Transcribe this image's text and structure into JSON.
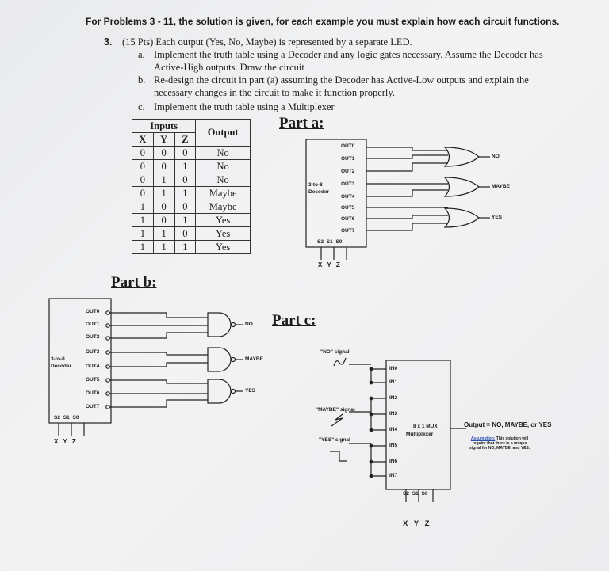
{
  "header": "For Problems 3 - 11, the solution is given, for each example you must explain how each circuit functions.",
  "problem": {
    "number": "3.",
    "intro": "(15 Pts) Each output (Yes, No, Maybe) is represented by a separate LED.",
    "a_marker": "a.",
    "a_line1": "Implement the truth table using a Decoder and any logic gates necessary.  Assume the Decoder has",
    "a_line2": "Active-High outputs.  Draw the circuit",
    "b_marker": "b.",
    "b_line1": "Re-design the circuit in part (a) assuming the Decoder has Active-Low outputs and explain the",
    "b_line2": "necessary changes in the circuit to make it function properly.",
    "c_marker": "c.",
    "c_line1": "Implement the truth table using a Multiplexer"
  },
  "truth_table": {
    "inputs_header": "Inputs",
    "output_header": "Output",
    "cols": [
      "X",
      "Y",
      "Z"
    ],
    "rows": [
      [
        "0",
        "0",
        "0",
        "No"
      ],
      [
        "0",
        "0",
        "1",
        "No"
      ],
      [
        "0",
        "1",
        "0",
        "No"
      ],
      [
        "0",
        "1",
        "1",
        "Maybe"
      ],
      [
        "1",
        "0",
        "0",
        "Maybe"
      ],
      [
        "1",
        "0",
        "1",
        "Yes"
      ],
      [
        "1",
        "1",
        "0",
        "Yes"
      ],
      [
        "1",
        "1",
        "1",
        "Yes"
      ]
    ]
  },
  "part_a": {
    "title": "Part a:",
    "decoder_line1": "3-to-8",
    "decoder_line2": "Decoder",
    "outputs": [
      "OUT0",
      "OUT1",
      "OUT2",
      "OUT3",
      "OUT4",
      "OUT5",
      "OUT6",
      "OUT7"
    ],
    "selects": "S2  S1  S0",
    "inputs": "X  Y  Z",
    "gate_outputs": [
      "NO",
      "MAYBE",
      "YES"
    ]
  },
  "part_b": {
    "title": "Part b:",
    "decoder_line1": "3-to-8",
    "decoder_line2": "Decoder",
    "outputs": [
      "OUT0",
      "OUT1",
      "OUT2",
      "OUT3",
      "OUT4",
      "OUT5",
      "OUT6",
      "OUT7"
    ],
    "selects": "S2  S1  S0",
    "inputs": "X  Y  Z",
    "gate_outputs": [
      "NO",
      "MAYBE",
      "YES"
    ]
  },
  "part_c": {
    "title": "Part c:",
    "signal_no": "\"NO\" signal",
    "signal_maybe": "\"MAYBE\" signal",
    "signal_yes": "\"YES\" signal",
    "mux_inputs": [
      "IN0",
      "IN1",
      "IN2",
      "IN3",
      "IN4",
      "IN5",
      "IN6",
      "IN7"
    ],
    "mux_line1": "8 x 1 MUX",
    "mux_line2": "Multiplexer",
    "output": "Output = NO, MAYBE, or YES",
    "selects": "S2  S1  S0",
    "inputs": "X  Y  Z",
    "assumption_label": "Assumption:",
    "assumption_rest": "This solution will",
    "assumption_line2": "require that there is a unique",
    "assumption_line3": "signal for NO, MAYBE, and YES."
  }
}
